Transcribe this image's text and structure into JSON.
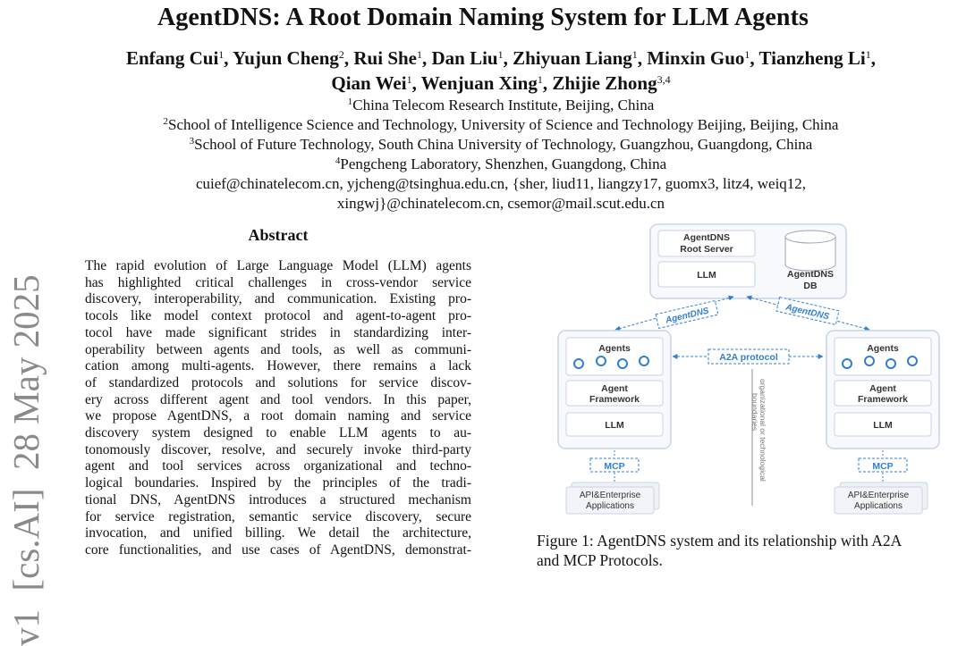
{
  "paper": {
    "title": "AgentDNS: A Root Domain Naming System for LLM Agents",
    "authors_line1": [
      {
        "name": "Enfang Cui",
        "sup": "1",
        "sep": ", "
      },
      {
        "name": "Yujun Cheng",
        "sup": "2",
        "sep": ", "
      },
      {
        "name": "Rui She",
        "sup": "1",
        "sep": ", "
      },
      {
        "name": "Dan Liu",
        "sup": "1",
        "sep": ", "
      },
      {
        "name": "Zhiyuan Liang",
        "sup": "1",
        "sep": ", "
      },
      {
        "name": "Minxin Guo",
        "sup": "1",
        "sep": ", "
      },
      {
        "name": "Tianzheng Li",
        "sup": "1",
        "sep": ","
      }
    ],
    "authors_line2": [
      {
        "name": "Qian Wei",
        "sup": "1",
        "sep": ", "
      },
      {
        "name": "Wenjuan Xing",
        "sup": "1",
        "sep": ", "
      },
      {
        "name": "Zhijie Zhong",
        "sup": "3,4",
        "sep": ""
      }
    ],
    "affiliations": [
      {
        "sup": "1",
        "text": "China Telecom Research Institute, Beijing, China"
      },
      {
        "sup": "2",
        "text": "School of Intelligence Science and Technology, University of Science and Technology Beijing, Beijing, China"
      },
      {
        "sup": "3",
        "text": "School of Future Technology, South China University of Technology, Guangzhou, Guangdong, China"
      },
      {
        "sup": "4",
        "text": "Pengcheng Laboratory, Shenzhen, Guangdong, China"
      }
    ],
    "emails_line1": "cuief@chinatelecom.cn, yjcheng@tsinghua.edu.cn, {sher, liud11, liangzy17, guomx3, litz4, weiq12,",
    "emails_line2": "xingwj}@chinatelecom.cn, csemor@mail.scut.edu.cn",
    "arxiv_stamp": "v1  [cs.AI]  28 May 2025",
    "abstract_heading": "Abstract",
    "abstract_lines": [
      "The rapid evolution of Large Language Model (LLM) agents",
      "has highlighted critical challenges in cross-vendor service",
      "discovery, interoperability, and communication. Existing pro-",
      "tocols like model context protocol and agent-to-agent pro-",
      "tocol have made significant strides in standardizing inter-",
      "operability between agents and tools, as well as communi-",
      "cation among multi-agents. However, there remains a lack",
      "of standardized protocols and solutions for service discov-",
      "ery across different agent and tool vendors. In this paper,",
      "we propose AgentDNS, a root domain naming and service",
      "discovery system designed to enable LLM agents to au-",
      "tonomously discover, resolve, and securely invoke third-party",
      "agent and tool services across organizational and techno-",
      "logical boundaries. Inspired by the principles of the tradi-",
      "tional DNS, AgentDNS introduces a structured mechanism",
      "for service registration, semantic service discovery, secure",
      "invocation, and unified billing. We detail the architecture,",
      "core functionalities, and use cases of AgentDNS, demonstrat-"
    ],
    "figure": {
      "root_server": [
        "AgentDNS",
        "Root Server"
      ],
      "root_llm": "LLM",
      "db": [
        "AgentDNS",
        "DB"
      ],
      "agentdns_left": "AgentDNS",
      "agentdns_right": "AgentDNS",
      "a2a": "A2A protocol",
      "boundary": [
        "organizational or technological",
        "boundaries"
      ],
      "left": {
        "agents": "Agents",
        "framework": [
          "Agent",
          "Framework"
        ],
        "llm": "LLM",
        "mcp": "MCP",
        "api": [
          "API&Enterprise",
          "Applications"
        ]
      },
      "right": {
        "agents": "Agents",
        "framework": [
          "Agent",
          "Framework"
        ],
        "llm": "LLM",
        "mcp": "MCP",
        "api": [
          "API&Enterprise",
          "Applications"
        ]
      },
      "accent_color": "#2f7fd0",
      "line_color": "#c9d4e6"
    },
    "caption_lines": [
      "Figure 1: AgentDNS system and its relationship with A2A",
      "and MCP Protocols."
    ]
  }
}
